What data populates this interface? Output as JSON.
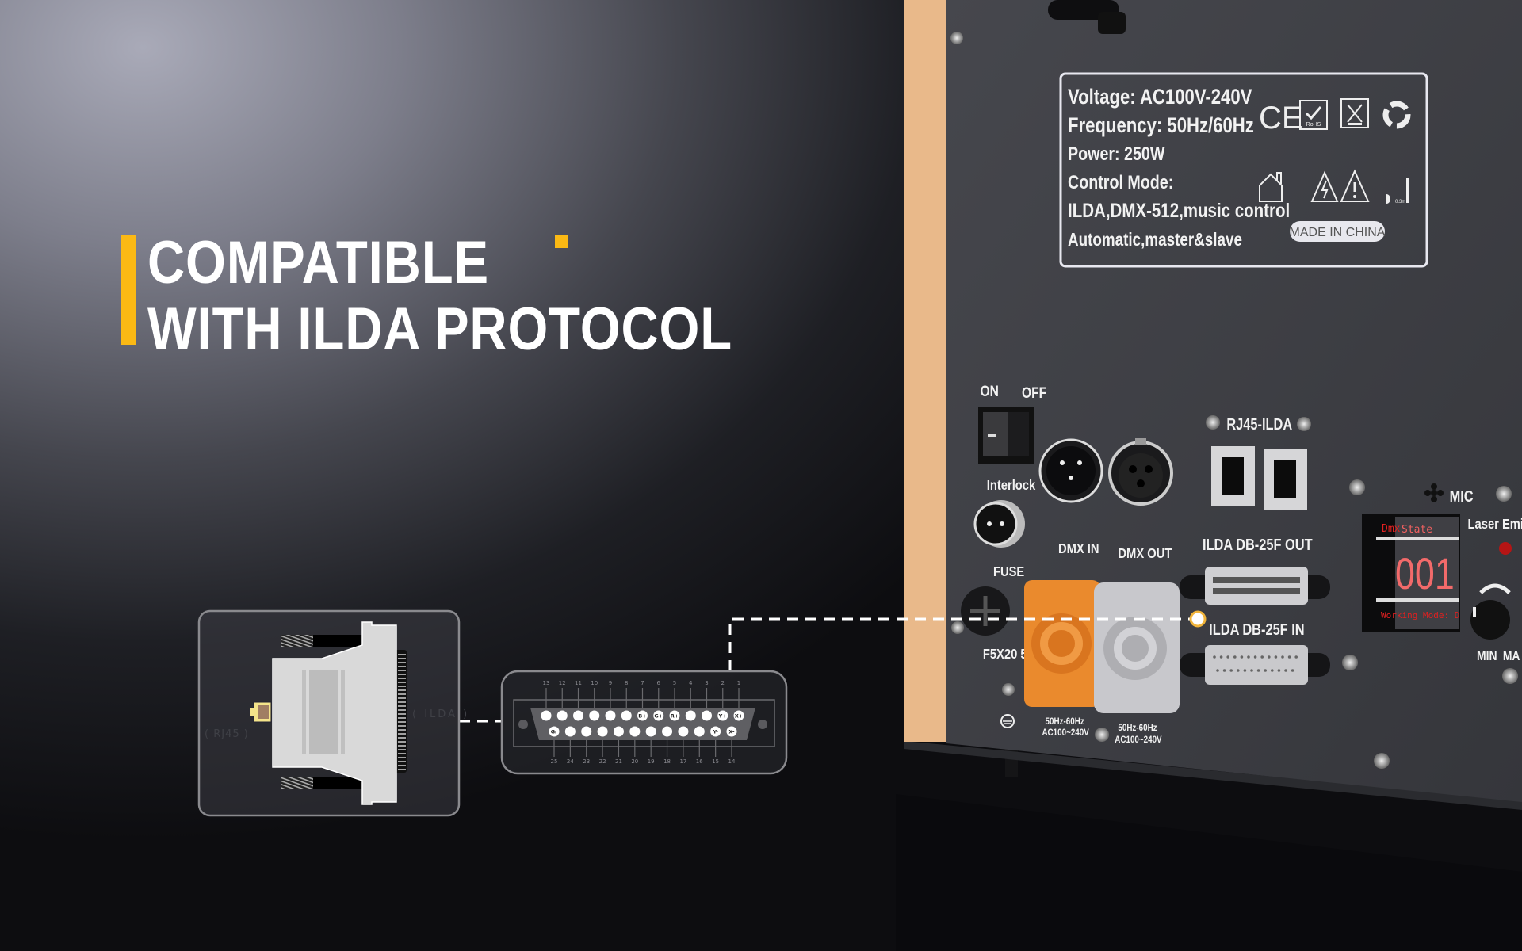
{
  "headline": {
    "line1": "COMPATIBLE",
    "line2": "WITH ILDA PROTOCOL",
    "accent_color": "#fbb914"
  },
  "adapter": {
    "left_label": "( RJ45 )",
    "right_label": "( ILDA )"
  },
  "pinout": {
    "top_numbers": [
      "13",
      "12",
      "11",
      "10",
      "9",
      "8",
      "7",
      "6",
      "5",
      "4",
      "3",
      "2",
      "1"
    ],
    "top_labels": [
      "",
      "",
      "",
      "",
      "",
      "",
      "B+",
      "G+",
      "R+",
      "",
      "",
      "Y+",
      "X+"
    ],
    "bottom_numbers": [
      "25",
      "24",
      "23",
      "22",
      "21",
      "20",
      "19",
      "18",
      "17",
      "16",
      "15",
      "14"
    ],
    "bottom_labels": [
      "Gr",
      "",
      "",
      "",
      "",
      "",
      "",
      "",
      "",
      "",
      "Y-",
      "X-"
    ]
  },
  "spec_plate": {
    "lines": [
      "Voltage: AC100V-240V",
      "Frequency: 50Hz/60Hz",
      "Power: 250W",
      "Control Mode:",
      "ILDA,DMX-512,music control",
      "Automatic,master&slave"
    ],
    "made_in": "MADE IN CHINA",
    "icons": [
      "ce-mark-icon",
      "rohs-icon",
      "weee-bin-icon",
      "recycle-icon",
      "indoor-house-icon",
      "electric-hazard-icon",
      "warning-icon",
      "distance-icon"
    ]
  },
  "panel": {
    "on": "ON",
    "off": "OFF",
    "interlock": "Interlock",
    "dmx_in": "DMX  IN",
    "dmx_out": "DMX  OUT",
    "rj45": "RJ45-ILDA",
    "db25_out": "ILDA  DB-25F  OUT",
    "db25_in": "ILDA  DB-25F  IN",
    "fuse": "FUSE",
    "fuse_rating": "F5X20  5",
    "power_in_freq": "50Hz-60Hz",
    "power_in_volt": "AC100~240V",
    "power_out_freq": "50Hz-60Hz",
    "power_out_volt": "AC100~240V",
    "mic": "MIC",
    "laser_emis": "Laser Emis",
    "min": "MIN",
    "max": "MA",
    "display": {
      "dmx": "Dmx",
      "state": "State",
      "value": "001",
      "mode": "Working Mode: D"
    }
  }
}
